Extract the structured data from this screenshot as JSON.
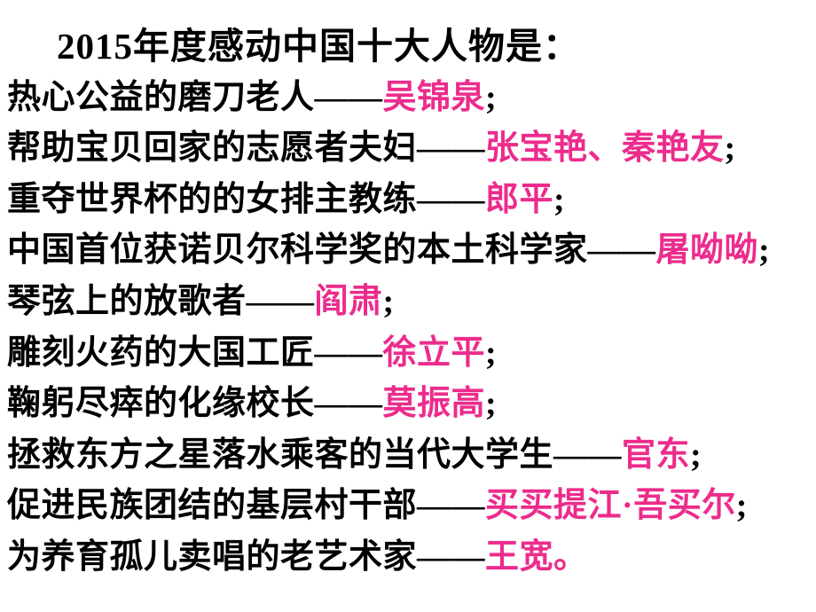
{
  "slide": {
    "title": "2015年度感动中国十大人物是：",
    "colors": {
      "background": "#FFFFFF",
      "text": "#000000",
      "accent_name": "#EC2C8C"
    },
    "entries": [
      {
        "prefix": "热心公益的磨刀老人——",
        "name": "吴锦泉",
        "suffix": ";",
        "suffix_style": "color:#000000"
      },
      {
        "prefix": "帮助宝贝回家的志愿者夫妇——",
        "name": "张宝艳、秦艳友",
        "suffix": ";",
        "suffix_style": "color:#000000"
      },
      {
        "prefix": "重夺世界杯的的女排主教练——",
        "name": "郎平",
        "suffix": ";",
        "suffix_style": "color:#000000"
      },
      {
        "prefix": "中国首位获诺贝尔科学奖的本土科学家——",
        "name": "屠呦呦",
        "suffix": ";",
        "suffix_style": "color:#000000"
      },
      {
        "prefix": "琴弦上的放歌者——",
        "name": "阎肃",
        "suffix": ";",
        "suffix_style": "color:#000000"
      },
      {
        "prefix": "雕刻火药的大国工匠——",
        "name": "徐立平",
        "suffix": ";",
        "suffix_style": "color:#000000"
      },
      {
        "prefix": "鞠躬尽瘁的化缘校长——",
        "name": "莫振高",
        "suffix": ";",
        "suffix_style": "color:#000000"
      },
      {
        "prefix": "拯救东方之星落水乘客的当代大学生——",
        "name": "官东",
        "suffix": ";",
        "suffix_style": "color:#000000"
      },
      {
        "prefix": "促进民族团结的基层村干部——",
        "name": "买买提江·吾买尔",
        "suffix": ";",
        "suffix_style": "color:#000000"
      },
      {
        "prefix": "为养育孤儿卖唱的老艺术家——",
        "name": "王宽",
        "suffix": "。",
        "suffix_style": "color:#EC2C8C"
      }
    ]
  }
}
